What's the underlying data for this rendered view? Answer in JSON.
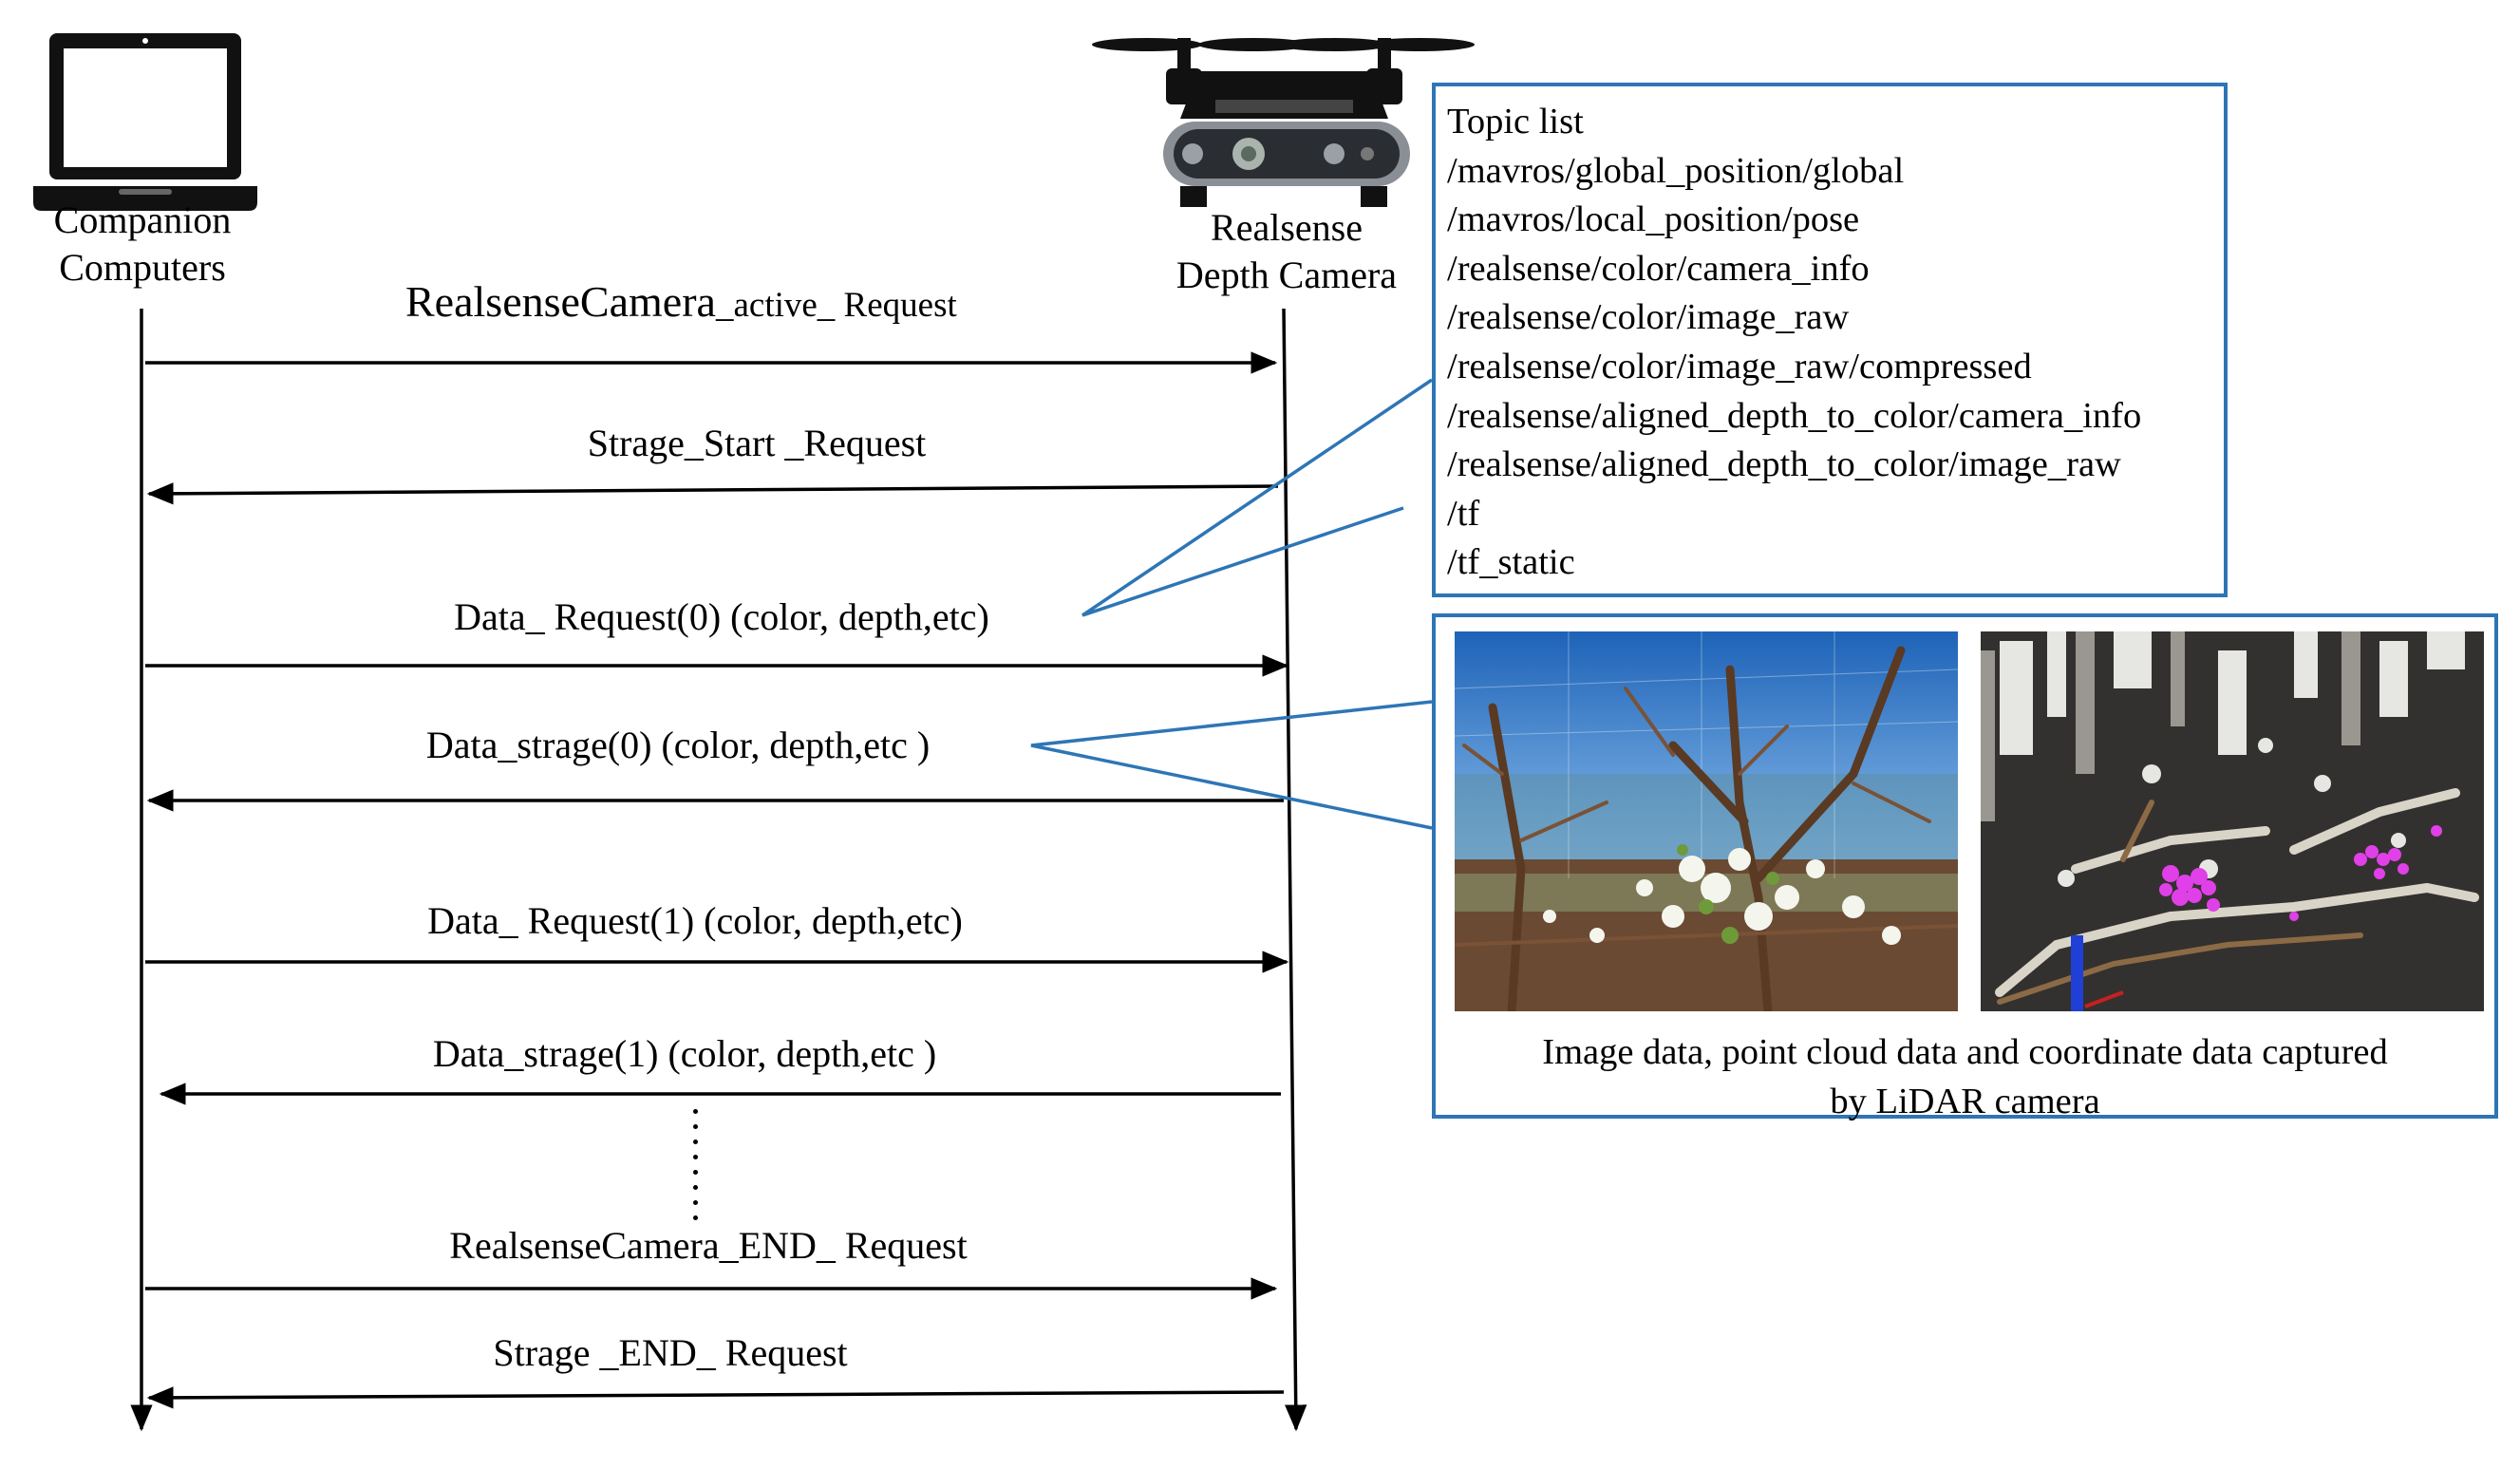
{
  "actors": {
    "left": {
      "name_line1": "Companion",
      "name_line2": "Computers",
      "icon": "laptop-icon"
    },
    "right": {
      "name_line1": "Realsense",
      "name_line2": "Depth Camera",
      "icon": "drone-camera-icon"
    }
  },
  "messages": [
    {
      "main": "RealsenseCamera",
      "sub": "_active_ Request",
      "direction": "left-to-right"
    },
    {
      "text": "Strage_Start  _Request",
      "direction": "right-to-left"
    },
    {
      "text": "Data_ Request(0)  (color, depth,etc)",
      "direction": "left-to-right"
    },
    {
      "text": "Data_strage(0) (color, depth,etc  )",
      "direction": "right-to-left"
    },
    {
      "text": "Data_ Request(1)  (color, depth,etc)",
      "direction": "left-to-right"
    },
    {
      "text": "Data_strage(1) (color, depth,etc  )",
      "direction": "right-to-left"
    },
    {
      "text": "RealsenseCamera_END_  Request",
      "direction": "left-to-right"
    },
    {
      "text": "Strage  _END_ Request",
      "direction": "right-to-left"
    }
  ],
  "topic_list": {
    "title": "Topic list",
    "items": [
      "/mavros/global_position/global",
      "/mavros/local_position/pose",
      "/realsense/color/camera_info",
      "/realsense/color/image_raw",
      "/realsense/color/image_raw/compressed",
      "/realsense/aligned_depth_to_color/camera_info",
      "/realsense/aligned_depth_to_color/image_raw",
      "/tf",
      "/tf_static"
    ]
  },
  "image_panel": {
    "caption_line1": "Image data, point cloud data and coordinate data captured",
    "caption_line2": "by LiDAR  camera"
  },
  "colors": {
    "callout_border": "#2e75b6",
    "lines": "#000000",
    "point_highlight": "#e040e8"
  }
}
